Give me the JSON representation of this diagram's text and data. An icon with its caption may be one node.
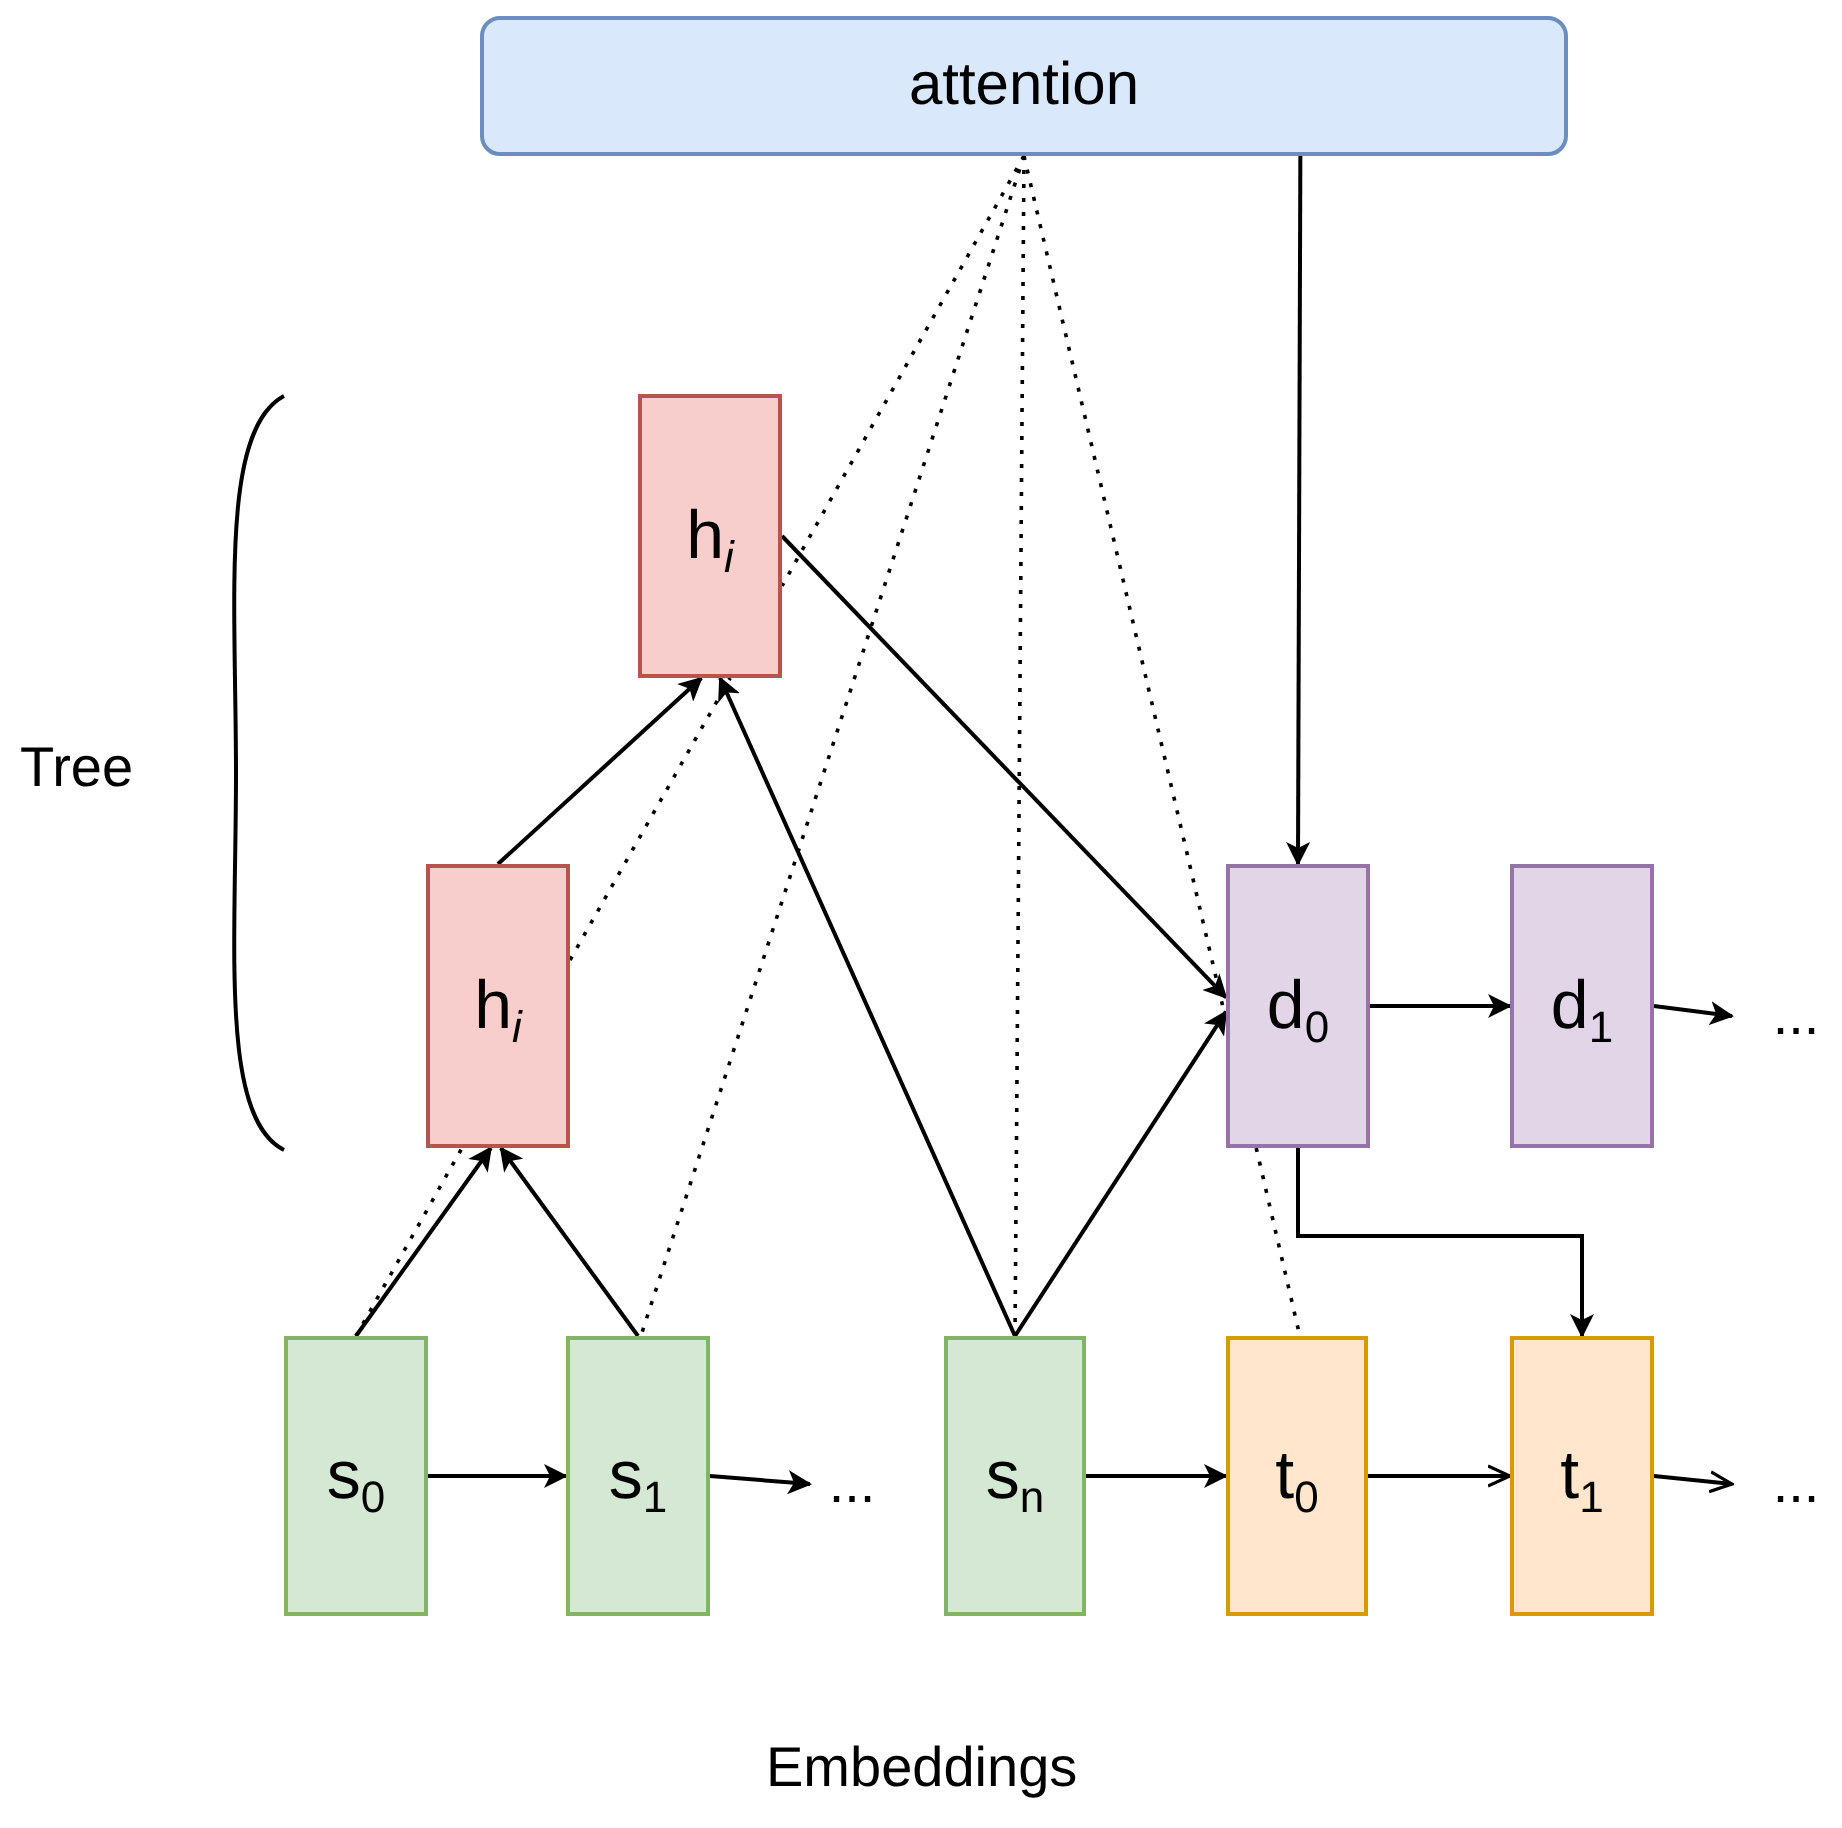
{
  "diagram": {
    "nodes": [
      {
        "text": [
          "attention"
        ]
      },
      {
        "text": [
          "h$_{i}$"
        ]
      },
      {
        "text": [
          "h$_{i}$"
        ]
      },
      {
        "text": [
          "d$_{0}$"
        ]
      },
      {
        "text": [
          "d$_{1}$"
        ]
      },
      {
        "text": [
          "..."
        ]
      },
      {
        "text": [
          "s$_{0}$"
        ]
      },
      {
        "text": [
          "s$_{1}$"
        ]
      },
      {
        "text": [
          "..."
        ]
      },
      {
        "text": [
          "s$_{n}$"
        ]
      },
      {
        "text": [
          "t$_{0}$"
        ]
      },
      {
        "text": [
          "t$_{1}$"
        ]
      },
      {
        "text": [
          "..."
        ]
      }
    ],
    "edges": [
      {
        "from": 6,
        "to": 7,
        "arrow": "to"
      },
      {
        "from": 7,
        "to": 8,
        "arrow": "to"
      },
      {
        "from": 9,
        "to": 10,
        "arrow": "to"
      },
      {
        "from": 10,
        "to": 11,
        "arrow": "to"
      },
      {
        "from": 11,
        "to": 12,
        "arrow": "to"
      },
      {
        "from": 3,
        "to": 4,
        "arrow": "to"
      },
      {
        "from": 4,
        "to": 5,
        "arrow": "to"
      },
      {
        "from": 6,
        "to": 2,
        "arrow": "to"
      },
      {
        "from": 7,
        "to": 2,
        "arrow": "to"
      },
      {
        "from": 2,
        "to": 1,
        "arrow": "to"
      },
      {
        "from": 9,
        "to": 1,
        "arrow": "to"
      },
      {
        "from": 1,
        "to": 3,
        "arrow": "to"
      },
      {
        "from": 9,
        "to": 3,
        "arrow": "to"
      },
      {
        "from": 0,
        "to": 3,
        "arrow": "to"
      },
      {
        "from": 3,
        "to": 11,
        "arrow": "to"
      },
      {
        "from": 0,
        "to": 1,
        "arrow": "none",
        "style": "dashed"
      },
      {
        "from": 2,
        "to": 1,
        "arrow": "none",
        "style": "dashed"
      },
      {
        "from": 6,
        "to": 2,
        "arrow": "none",
        "style": "dashed"
      },
      {
        "from": 0,
        "to": 7,
        "arrow": "none",
        "style": "dashed"
      },
      {
        "from": 0,
        "to": 9,
        "arrow": "none",
        "style": "dashed"
      },
      {
        "from": 0,
        "to": 3,
        "arrow": "none",
        "style": "dashed"
      },
      {
        "from": 3,
        "to": 10,
        "arrow": "none",
        "style": "dashed"
      }
    ],
    "labels": [
      "Tree",
      "Embeddings"
    ]
  }
}
